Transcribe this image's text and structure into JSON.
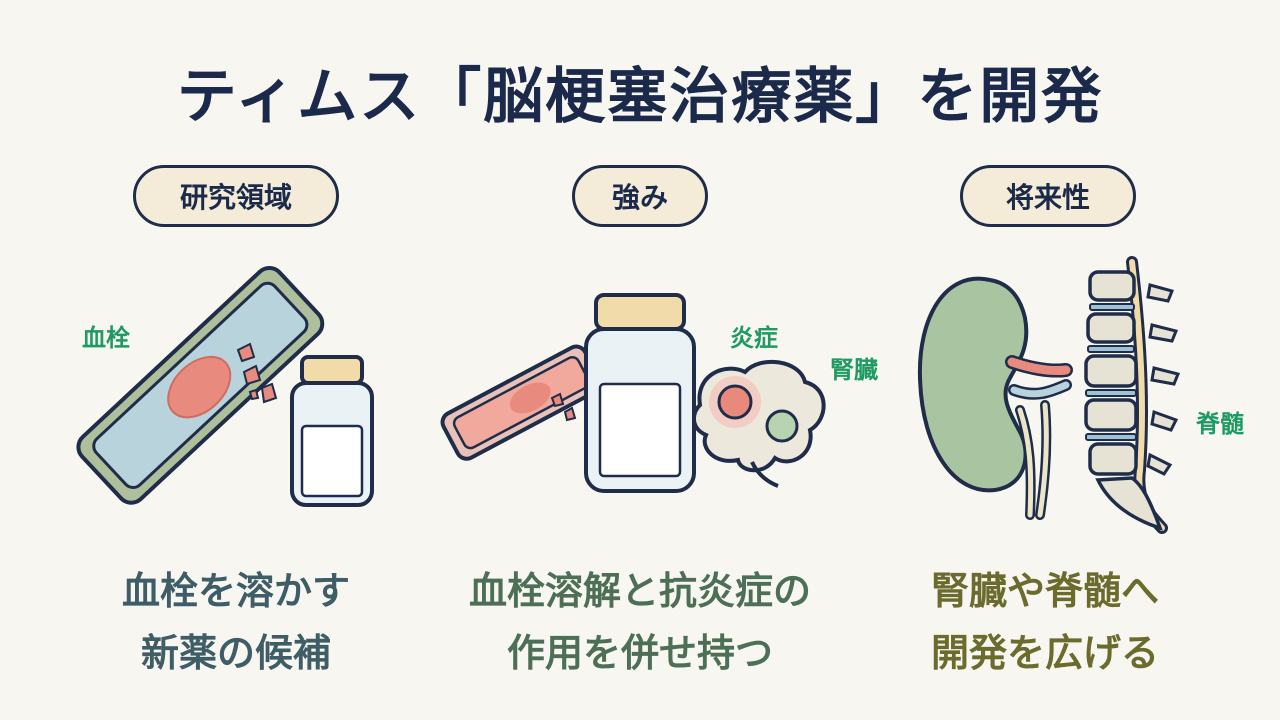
{
  "title": "ティムス「脳梗塞治療薬」を開発",
  "columns": [
    {
      "heading": "研究領域",
      "labels": [
        "血栓"
      ],
      "caption": [
        "血栓を溶かす",
        "新薬の候補"
      ]
    },
    {
      "heading": "強み",
      "labels": [
        "炎症"
      ],
      "caption": [
        "血栓溶解と抗炎症の",
        "作用を併せ持つ"
      ]
    },
    {
      "heading": "将来性",
      "labels": [
        "腎臓",
        "脊髄"
      ],
      "caption": [
        "腎臓や脊髄へ",
        "開発を広げる"
      ]
    }
  ],
  "colors": {
    "title": "#1b2a4a",
    "label_green": "#1f9a63",
    "caption_1": "#3f5d66",
    "caption_2": "#4d6f55",
    "caption_3": "#6b6b2e",
    "pill_fill": "#f4ecd9",
    "outline": "#1f2d4a"
  }
}
